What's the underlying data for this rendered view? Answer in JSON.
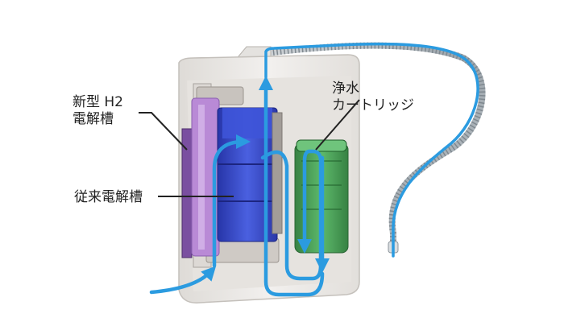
{
  "labels": {
    "new_h2_cell": "新型 H2\n電解槽",
    "conventional_cell": "従来電解槽",
    "filter_cartridge": "浄水\nカートリッジ"
  },
  "colors": {
    "flow_arrow": "#2b9be0",
    "housing": "#eeece9",
    "h2_cell": "#b98ad6",
    "conventional_cell": "#3b4fd0",
    "cartridge": "#3c9a4a",
    "callout_line": "#222222"
  }
}
